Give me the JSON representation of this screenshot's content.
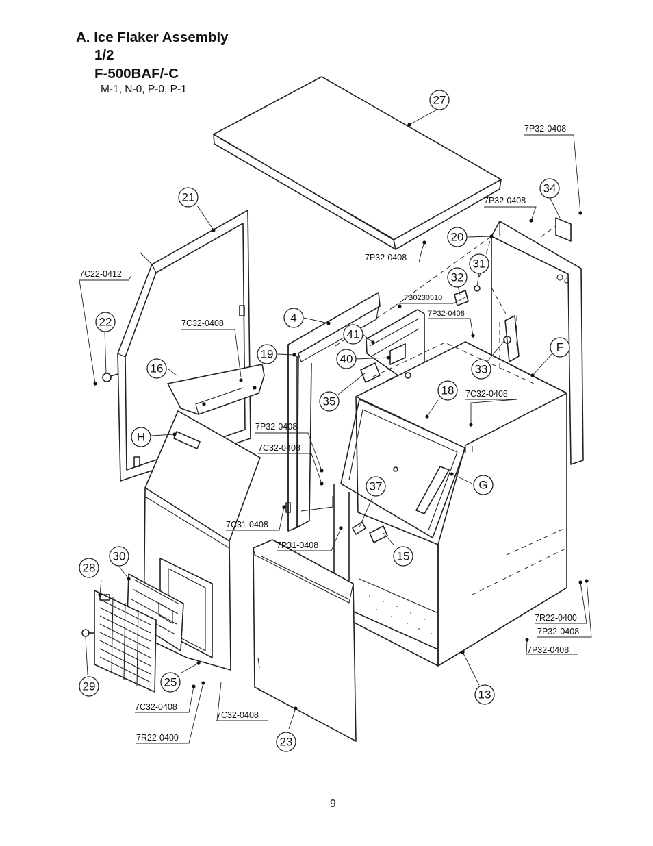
{
  "header": {
    "title": "A. Ice Flaker Assembly",
    "page_fraction": "1/2",
    "model": "F-500BAF/-C",
    "revisions": "M-1, N-0, P-0, P-1"
  },
  "page_number": "9",
  "item_callouts": [
    "27",
    "21",
    "34",
    "20",
    "31",
    "32",
    "22",
    "4",
    "41",
    "19",
    "40",
    "16",
    "35",
    "18",
    "33",
    "F",
    "H",
    "G",
    "37",
    "15",
    "28",
    "30",
    "29",
    "25",
    "13",
    "23"
  ],
  "part_numbers": {
    "top_right": "7P32-0408",
    "right_34": "7P32-0408",
    "top_panel": "7P32-0408",
    "left_panel": "7C22-0412",
    "bracket_16": "7C32-0408",
    "center_top": "7B0230510",
    "center_small": "7P32-0408",
    "right_18": "7C32-0408",
    "mid_1": "7P32-0408",
    "mid_2": "7C32-0408",
    "mid_3": "7C31-0408",
    "mid_4": "7P31-0408",
    "bottom_r1": "7R22-0400",
    "bottom_r2": "7P32-0408",
    "bottom_r3": "7P32-0408",
    "bottom_l1": "7C32-0408",
    "bottom_l2": "7C32-0408",
    "bottom_l3": "7R22-0400"
  }
}
